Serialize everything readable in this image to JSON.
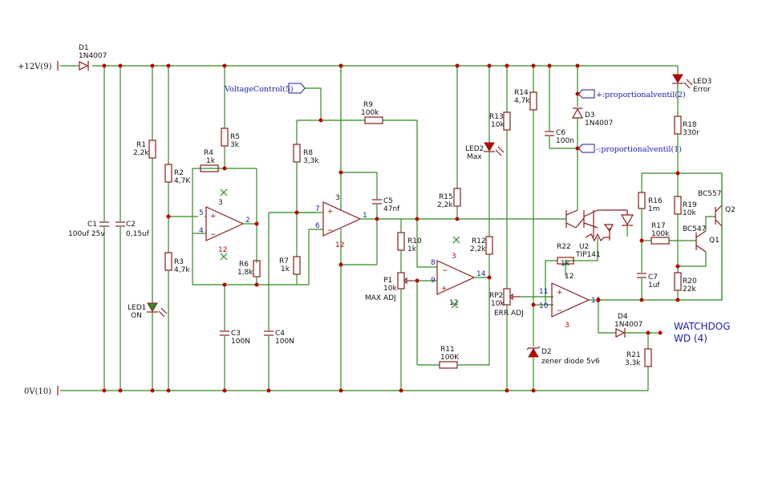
{
  "nets": {
    "vplus": "+12V(9)",
    "gnd": "0V(10)",
    "voltage_control": "VoltageControl(5)",
    "prop_plus": "+:proportionalventil(2)",
    "prop_minus": "-:proportionalventil(1)",
    "watchdog_1": "WATCHDOG",
    "watchdog_2": "WD (4)"
  },
  "parts": {
    "d1": {
      "ref": "D1",
      "val": "1N4007"
    },
    "c1": {
      "ref": "C1",
      "val": "100uf 25v"
    },
    "c2": {
      "ref": "C2",
      "val": "0,15uf"
    },
    "r1": {
      "ref": "R1",
      "val": "2,2k"
    },
    "r2": {
      "ref": "R2",
      "val": "4,7K"
    },
    "r3": {
      "ref": "R3",
      "val": "4,7k"
    },
    "r4": {
      "ref": "R4",
      "val": "1k"
    },
    "r5": {
      "ref": "R5",
      "val": "3k"
    },
    "r6": {
      "ref": "R6",
      "val": "1,8k"
    },
    "r7": {
      "ref": "R7",
      "val": "1k"
    },
    "r8": {
      "ref": "R8",
      "val": "3,3k"
    },
    "r9": {
      "ref": "R9",
      "val": "100k"
    },
    "r10": {
      "ref": "R10",
      "val": "1k"
    },
    "r11": {
      "ref": "R11",
      "val": "100K"
    },
    "r12": {
      "ref": "R12",
      "val": "2,2k"
    },
    "r13": {
      "ref": "R13",
      "val": "10k"
    },
    "r14": {
      "ref": "R14",
      "val": "4,7k"
    },
    "r15": {
      "ref": "R15",
      "val": "2,2k"
    },
    "r16": {
      "ref": "R16",
      "val": "1m"
    },
    "r17": {
      "ref": "R17",
      "val": "100k"
    },
    "r18": {
      "ref": "R18",
      "val": "330r"
    },
    "r19": {
      "ref": "R19",
      "val": "10k"
    },
    "r20": {
      "ref": "R20",
      "val": "22k"
    },
    "r21": {
      "ref": "R21",
      "val": "3,3k"
    },
    "r22": {
      "ref": "R22",
      "val": "1k"
    },
    "c3": {
      "ref": "C3",
      "val": "100N"
    },
    "c4": {
      "ref": "C4",
      "val": "100N"
    },
    "c5": {
      "ref": "C5",
      "val": "47nf"
    },
    "c6": {
      "ref": "C6",
      "val": "100n"
    },
    "c7": {
      "ref": "C7",
      "val": "1uf"
    },
    "led1": {
      "ref": "LED1",
      "val": "ON"
    },
    "led2": {
      "ref": "LED2",
      "val": "Max"
    },
    "led3": {
      "ref": "LED3",
      "val": "Error"
    },
    "d2": {
      "ref": "D2",
      "val": "zener diode 5v6"
    },
    "d3": {
      "ref": "D3",
      "val": "1N4007"
    },
    "d4": {
      "ref": "D4",
      "val": "1N4007"
    },
    "p1": {
      "ref": "P1",
      "val": "10k",
      "note": "MAX ADJ"
    },
    "rp2": {
      "ref": "RP2",
      "val": "10k",
      "note": "ERR ADJ"
    },
    "u2": {
      "ref": "U2",
      "val": "TIP141"
    },
    "q1": {
      "ref": "Q1",
      "val": "BC547"
    },
    "q2": {
      "ref": "Q2",
      "val": "BC557"
    }
  },
  "pins": {
    "u1a": {
      "in_plus": "5",
      "in_minus": "4",
      "out": "2",
      "vcc": "3",
      "vee": "12"
    },
    "u1b": {
      "in_plus": "7",
      "in_minus": "6",
      "out": "1",
      "vcc": "3",
      "vee": "12"
    },
    "u1c": {
      "in_plus": "9",
      "in_minus": "8",
      "out": "14",
      "vcc": "3",
      "vee": "12"
    },
    "u1d": {
      "in_plus": "11",
      "in_minus": "10",
      "out": "13",
      "vcc": "12",
      "vee": "3"
    }
  },
  "colors": {
    "wire": "#2e8b1f",
    "component": "#8b1a1a",
    "junction": "#c00000",
    "label": "#1a1ab5"
  }
}
